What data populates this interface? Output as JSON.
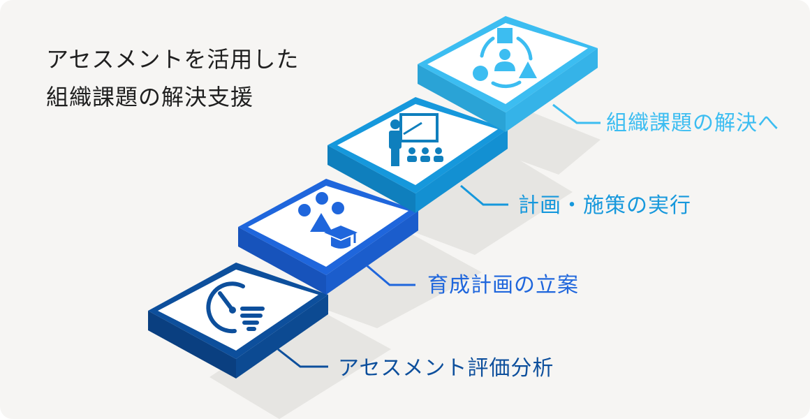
{
  "heading": {
    "line1": "アセスメントを活用した",
    "line2": "組織課題の解決支援"
  },
  "steps": [
    {
      "label": "アセスメント評価分析",
      "icon": "assessment-gauge-icon",
      "top_color": "#0d4f9c",
      "side_dark": "#0a3f80",
      "side_light": "#0c4a92",
      "label_color": "#0d4f9c"
    },
    {
      "label": "育成計画の立案",
      "icon": "training-plan-icon",
      "top_color": "#1f66dc",
      "side_dark": "#1753bb",
      "side_light": "#1b5dcc",
      "label_color": "#1f66dc"
    },
    {
      "label": "計画・施策の実行",
      "icon": "teacher-presentation-icon",
      "top_color": "#1698dc",
      "side_dark": "#0f7fbd",
      "side_light": "#1390d2",
      "label_color": "#1698dc"
    },
    {
      "label": "組織課題の解決へ",
      "icon": "organization-solution-icon",
      "top_color": "#3cbdf1",
      "side_dark": "#2aa3d6",
      "side_light": "#35b3e8",
      "label_color": "#3cbdf1"
    }
  ]
}
